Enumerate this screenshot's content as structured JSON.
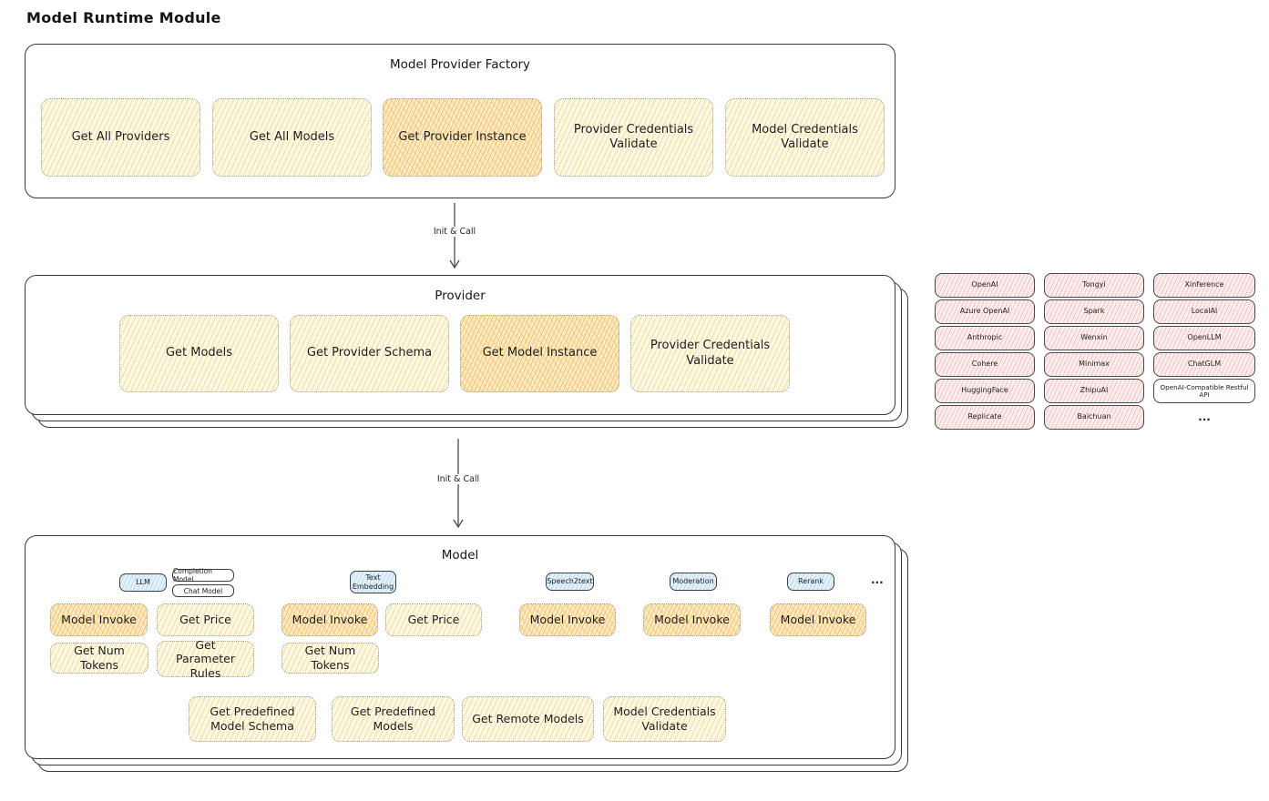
{
  "page_title": "Model Runtime Module",
  "arrows": [
    {
      "label": "Init & Call"
    },
    {
      "label": "Init & Call"
    }
  ],
  "factory": {
    "title": "Model Provider Factory",
    "items": [
      {
        "label": "Get All Providers",
        "highlight": false
      },
      {
        "label": "Get All Models",
        "highlight": false
      },
      {
        "label": "Get Provider Instance",
        "highlight": true
      },
      {
        "label": "Provider Credentials Validate",
        "highlight": false
      },
      {
        "label": "Model Credentials Validate",
        "highlight": false
      }
    ]
  },
  "provider": {
    "title": "Provider",
    "items": [
      {
        "label": "Get Models",
        "highlight": false
      },
      {
        "label": "Get Provider Schema",
        "highlight": false
      },
      {
        "label": "Get Model Instance",
        "highlight": true
      },
      {
        "label": "Provider Credentials Validate",
        "highlight": false
      }
    ]
  },
  "providers": {
    "rows": [
      [
        "OpenAI",
        "Tongyi",
        "Xinference"
      ],
      [
        "Azure OpenAI",
        "Spark",
        "LocalAI"
      ],
      [
        "Anthropic",
        "Wenxin",
        "OpenLLM"
      ],
      [
        "Cohere",
        "Minimax",
        "ChatGLM"
      ],
      [
        "HuggingFace",
        "ZhipuAI",
        "OpenAI-Compatible Restful API"
      ],
      [
        "Replicate",
        "Baichuan",
        "..."
      ]
    ]
  },
  "model": {
    "title": "Model",
    "ellipsis": "...",
    "groups": [
      {
        "tag": "LLM",
        "subtags": [
          "Completion Model",
          "Chat Model"
        ],
        "functions": [
          {
            "label": "Model Invoke",
            "highlight": true
          },
          {
            "label": "Get Price",
            "highlight": false
          },
          {
            "label": "Get Num Tokens",
            "highlight": false
          },
          {
            "label": "Get Parameter Rules",
            "highlight": false
          }
        ]
      },
      {
        "tag": "Text Embedding",
        "functions": [
          {
            "label": "Model Invoke",
            "highlight": true
          },
          {
            "label": "Get Price",
            "highlight": false
          },
          {
            "label": "Get Num Tokens",
            "highlight": false
          }
        ]
      },
      {
        "tag": "Speech2text",
        "functions": [
          {
            "label": "Model Invoke",
            "highlight": true
          }
        ]
      },
      {
        "tag": "Moderation",
        "functions": [
          {
            "label": "Model Invoke",
            "highlight": true
          }
        ]
      },
      {
        "tag": "Rerank",
        "functions": [
          {
            "label": "Model Invoke",
            "highlight": true
          }
        ]
      }
    ],
    "shared_functions": [
      "Get Predefined Model Schema",
      "Get Predefined Models",
      "Get Remote Models",
      "Model Credentials Validate"
    ]
  },
  "colors": {
    "text": "#1e1e1e",
    "container_border": "#3b3b3b",
    "dotted_border": "#a0a098",
    "card_fill": "#fdf8e6",
    "card_hatch": "#f3de96",
    "highlight_fill": "#fcecc9",
    "highlight_hatch": "#f5c570",
    "pill_fill": "#fdeeee",
    "pill_hatch": "#f2c4c4",
    "tag_fill": "#e3f1fb",
    "tag_hatch": "#bcd9ee"
  }
}
